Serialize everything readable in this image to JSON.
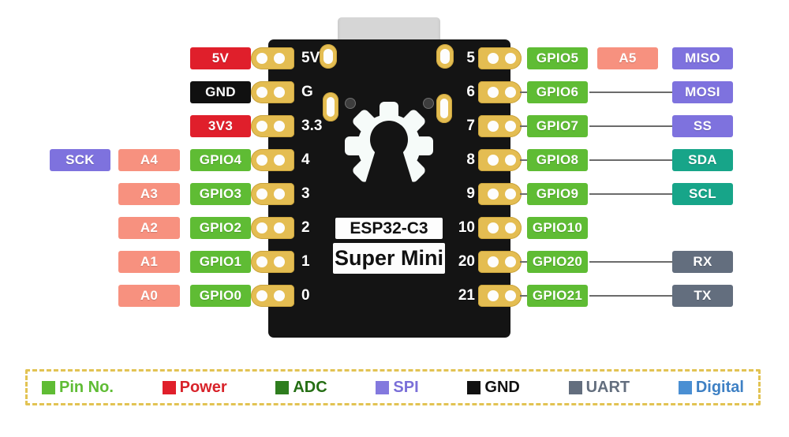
{
  "board": {
    "name_line1": "ESP32-C3",
    "name_line2": "Super Mini",
    "left_pin_numbers": [
      "5V",
      "G",
      "3.3",
      "4",
      "3",
      "2",
      "1",
      "0"
    ],
    "right_pin_numbers": [
      "5",
      "6",
      "7",
      "8",
      "9",
      "10",
      "20",
      "21"
    ]
  },
  "left_rows": [
    {
      "pin": "5V"
    },
    {
      "pin": "GND"
    },
    {
      "pin": "3V3"
    },
    {
      "spi": "SCK",
      "adc": "A4",
      "pin": "GPIO4"
    },
    {
      "adc": "A3",
      "pin": "GPIO3"
    },
    {
      "adc": "A2",
      "pin": "GPIO2"
    },
    {
      "adc": "A1",
      "pin": "GPIO1"
    },
    {
      "adc": "A0",
      "pin": "GPIO0"
    }
  ],
  "right_rows": [
    {
      "pin": "GPIO5",
      "adc": "A5",
      "bus": "MISO"
    },
    {
      "pin": "GPIO6",
      "bus": "MOSI"
    },
    {
      "pin": "GPIO7",
      "bus": "SS"
    },
    {
      "pin": "GPIO8",
      "bus": "SDA"
    },
    {
      "pin": "GPIO9",
      "bus": "SCL"
    },
    {
      "pin": "GPIO10"
    },
    {
      "pin": "GPIO20",
      "bus": "RX"
    },
    {
      "pin": "GPIO21",
      "bus": "TX"
    }
  ],
  "legend": {
    "items": [
      {
        "label": "Pin No.",
        "color": "#5fbc34"
      },
      {
        "label": "Power",
        "color": "#e01f2b"
      },
      {
        "label": "ADC",
        "color": "#2e7d1e"
      },
      {
        "label": "SPI",
        "color": "#8379de"
      },
      {
        "label": "GND",
        "color": "#111111"
      },
      {
        "label": "UART",
        "color": "#636e7e"
      },
      {
        "label": "Digital",
        "color": "#4a8fd3"
      }
    ]
  },
  "colors": {
    "gpio_green": "#5fbc34",
    "power_red": "#e01f2b",
    "adc_salmon": "#f7917f",
    "spi_purple": "#7e72de",
    "i2c_teal": "#17a589",
    "uart_slate": "#636e7e",
    "gnd_black": "#101010",
    "pad_gold": "#e4bd52",
    "board_black": "#141414",
    "legend_border_gold": "#e2c353"
  }
}
